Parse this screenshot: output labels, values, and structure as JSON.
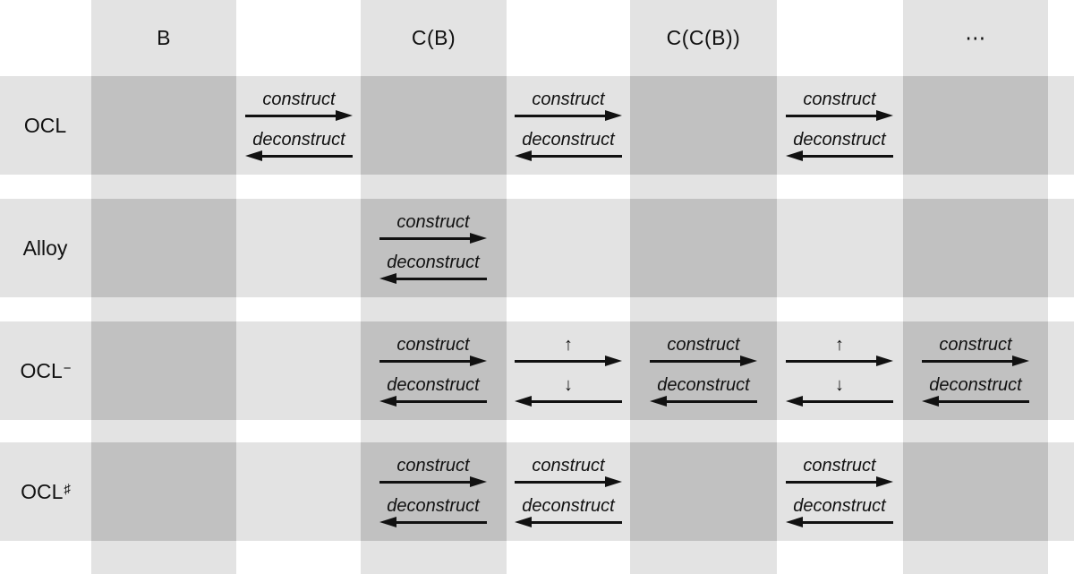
{
  "palette": {
    "background": "#ffffff",
    "band_light": "#e3e3e3",
    "band_dark": "#c1c1c1",
    "ink": "#111111"
  },
  "columns": [
    {
      "id": "b",
      "label": "B"
    },
    {
      "id": "cb",
      "label": "C(B)"
    },
    {
      "id": "ccb",
      "label": "C(C(B))"
    },
    {
      "id": "ellipsis",
      "label": "⋯"
    }
  ],
  "rows": [
    {
      "id": "ocl",
      "label": "OCL",
      "sup": ""
    },
    {
      "id": "alloy",
      "label": "Alloy",
      "sup": ""
    },
    {
      "id": "ocl-minus",
      "label": "OCL",
      "sup": "−"
    },
    {
      "id": "ocl-sharp",
      "label": "OCL",
      "sup": "♯"
    }
  ],
  "arrow_pairs": [
    {
      "row": "OCL",
      "location": "between B and C(B)",
      "top": {
        "label": "construct",
        "dir": "right"
      },
      "bottom": {
        "label": "deconstruct",
        "dir": "left"
      }
    },
    {
      "row": "OCL",
      "location": "between C(B) and C(C(B))",
      "top": {
        "label": "construct",
        "dir": "right"
      },
      "bottom": {
        "label": "deconstruct",
        "dir": "left"
      }
    },
    {
      "row": "OCL",
      "location": "between C(C(B)) and ⋯",
      "top": {
        "label": "construct",
        "dir": "right"
      },
      "bottom": {
        "label": "deconstruct",
        "dir": "left"
      }
    },
    {
      "row": "Alloy",
      "location": "inside C(B)",
      "top": {
        "label": "construct",
        "dir": "right"
      },
      "bottom": {
        "label": "deconstruct",
        "dir": "left"
      }
    },
    {
      "row": "OCL−",
      "location": "inside C(B)",
      "top": {
        "label": "construct",
        "dir": "right"
      },
      "bottom": {
        "label": "deconstruct",
        "dir": "left"
      }
    },
    {
      "row": "OCL−",
      "location": "between C(B) and C(C(B))",
      "top": {
        "label": "↑",
        "dir": "right"
      },
      "bottom": {
        "label": "↓",
        "dir": "left"
      }
    },
    {
      "row": "OCL−",
      "location": "inside C(C(B))",
      "top": {
        "label": "construct",
        "dir": "right"
      },
      "bottom": {
        "label": "deconstruct",
        "dir": "left"
      }
    },
    {
      "row": "OCL−",
      "location": "between C(C(B)) and ⋯",
      "top": {
        "label": "↑",
        "dir": "right"
      },
      "bottom": {
        "label": "↓",
        "dir": "left"
      }
    },
    {
      "row": "OCL−",
      "location": "inside ⋯",
      "top": {
        "label": "construct",
        "dir": "right"
      },
      "bottom": {
        "label": "deconstruct",
        "dir": "left"
      }
    },
    {
      "row": "OCL♯",
      "location": "inside C(B)",
      "top": {
        "label": "construct",
        "dir": "right"
      },
      "bottom": {
        "label": "deconstruct",
        "dir": "left"
      }
    },
    {
      "row": "OCL♯",
      "location": "between C(B) and C(C(B))",
      "top": {
        "label": "construct",
        "dir": "right"
      },
      "bottom": {
        "label": "deconstruct",
        "dir": "left"
      }
    },
    {
      "row": "OCL♯",
      "location": "between C(C(B)) and ⋯",
      "top": {
        "label": "construct",
        "dir": "right"
      },
      "bottom": {
        "label": "deconstruct",
        "dir": "left"
      }
    }
  ]
}
